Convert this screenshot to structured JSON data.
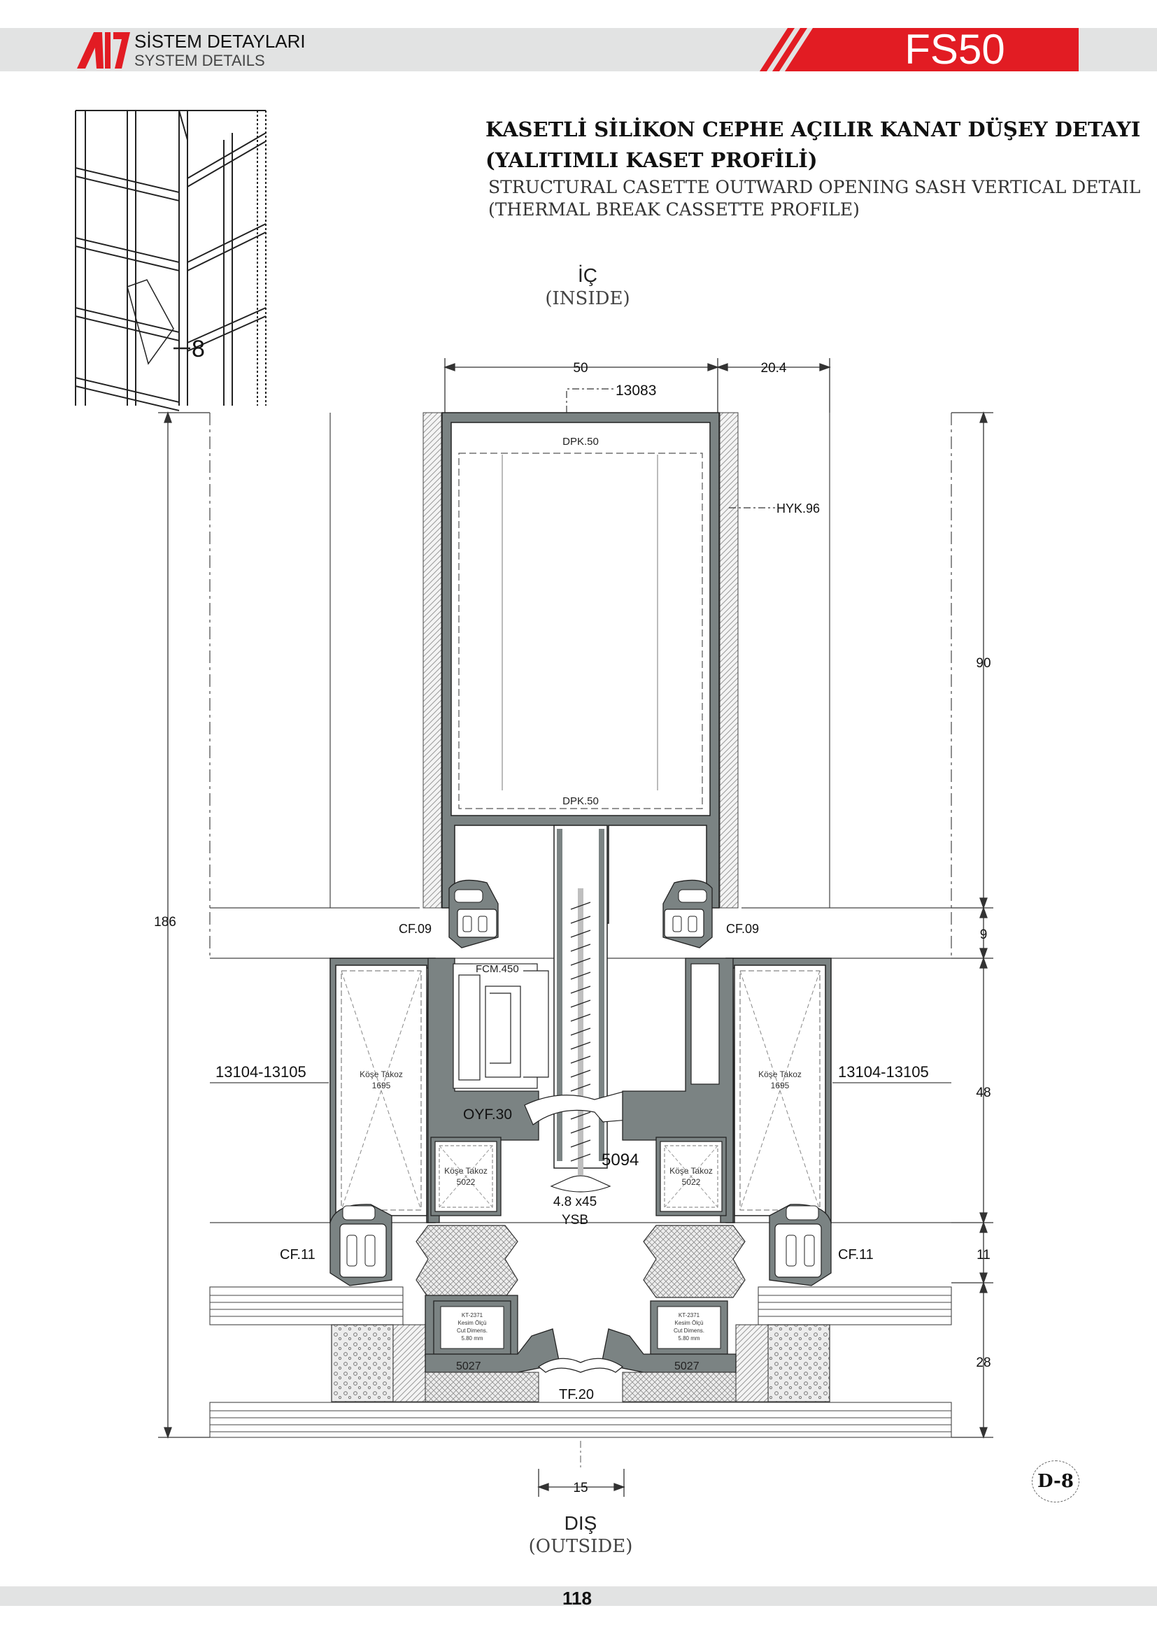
{
  "header": {
    "title": "SİSTEM DETAYLARI",
    "subtitle": "SYSTEM DETAILS",
    "series": "FS50",
    "brand_color": "#e21c23",
    "band_color": "#e2e3e3"
  },
  "title": {
    "tr_line1": "KASETLİ SİLİKON CEPHE AÇILIR KANAT DÜŞEY DETAYI",
    "tr_line2": "(YALITIMLI KASET PROFİLİ)",
    "en_line1": "STRUCTURAL CASETTE OUTWARD OPENING SASH VERTICAL DETAIL",
    "en_line2": "(THERMAL BREAK CASSETTE PROFILE)"
  },
  "inside": {
    "tr": "İÇ",
    "en": "(INSIDE)"
  },
  "outside": {
    "tr": "DIŞ",
    "en": "(OUTSIDE)"
  },
  "key_plan": {
    "section_marker": "8"
  },
  "dimensions": {
    "top_width": "50",
    "top_offset": "20.4",
    "total_height": "186",
    "seg1": "90",
    "seg2": "9",
    "seg3": "48",
    "seg4": "11",
    "seg5": "28",
    "bottom_width": "15"
  },
  "labels": {
    "profile_top": "13083",
    "dpk_top": "DPK.50",
    "dpk_bottom": "DPK.50",
    "hyk": "HYK.96",
    "cf09_left": "CF.09",
    "cf09_right": "CF.09",
    "fcm": "FCM.450",
    "profile_left": "13104-13105",
    "profile_right": "13104-13105",
    "corner_left_big": "Köşe Takoz",
    "corner_left_big_code": "1695",
    "corner_right_big": "Köşe Takoz",
    "corner_right_big_code": "1695",
    "oyf": "OYF.30",
    "profile_5094": "5094",
    "corner_left_small": "Köşe Takoz",
    "corner_left_small_code": "5022",
    "corner_right_small": "Köşe Takoz",
    "corner_right_small_code": "5022",
    "screw": "4.8 x45",
    "screw_type": "YSB",
    "cf11_left": "CF.11",
    "cf11_right": "CF.11",
    "kt_left_1": "KT-2371",
    "kt_left_2": "Kesim Ölçü",
    "kt_left_3": "Cut Dimens.",
    "kt_left_4": "5.80 mm",
    "kt_right_1": "KT-2371",
    "kt_right_2": "Kesim Ölçü",
    "kt_right_3": "Cut Dimens.",
    "kt_right_4": "5.80 mm",
    "profile_5027_left": "5027",
    "profile_5027_right": "5027",
    "tf": "TF.20"
  },
  "detail_ref": "D-8",
  "page_number": "118"
}
